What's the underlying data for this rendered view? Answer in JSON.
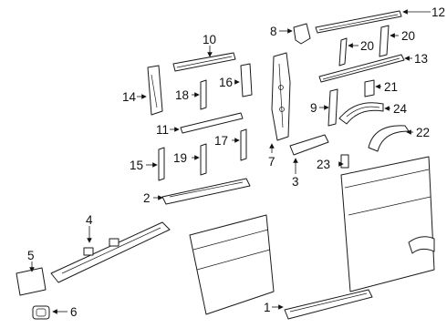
{
  "diagram": {
    "callouts": [
      {
        "num": "1"
      },
      {
        "num": "2"
      },
      {
        "num": "3"
      },
      {
        "num": "4"
      },
      {
        "num": "5"
      },
      {
        "num": "6"
      },
      {
        "num": "7"
      },
      {
        "num": "8"
      },
      {
        "num": "9"
      },
      {
        "num": "10"
      },
      {
        "num": "11"
      },
      {
        "num": "12"
      },
      {
        "num": "13"
      },
      {
        "num": "14"
      },
      {
        "num": "15"
      },
      {
        "num": "16"
      },
      {
        "num": "17"
      },
      {
        "num": "18"
      },
      {
        "num": "19"
      },
      {
        "num": "20"
      },
      {
        "num": "20"
      },
      {
        "num": "21"
      },
      {
        "num": "22"
      },
      {
        "num": "23"
      },
      {
        "num": "24"
      }
    ]
  }
}
